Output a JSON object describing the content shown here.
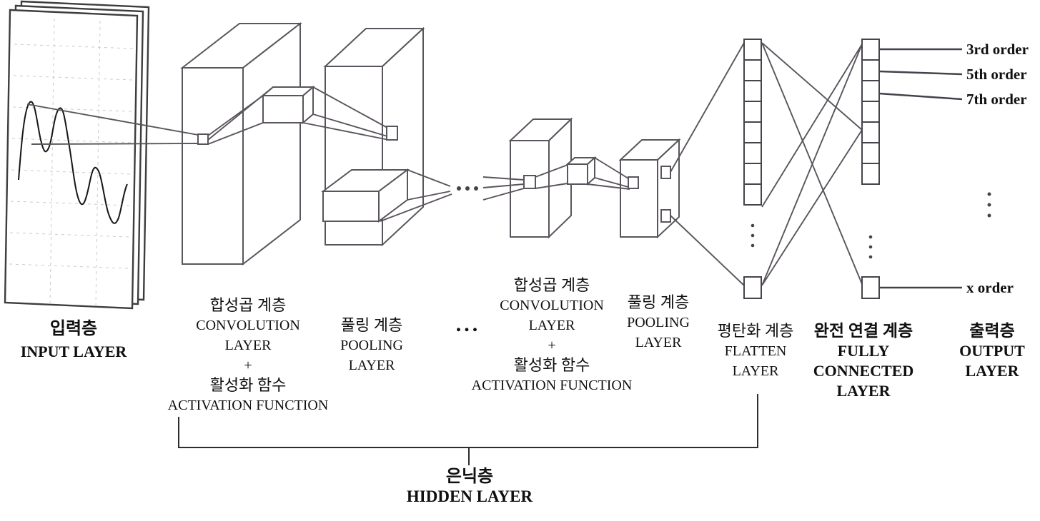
{
  "colors": {
    "line": "#5a555c",
    "text": "#101010"
  },
  "labels": {
    "input": {
      "ko": "입력층",
      "en": "INPUT LAYER"
    },
    "conv1": {
      "ko_conv": "합성곱 계층",
      "en_conv_1": "CONVOLUTION",
      "en_conv_2": "LAYER",
      "plus": "+",
      "ko_act": "활성화 함수",
      "en_act": "ACTIVATION FUNCTION"
    },
    "pool1": {
      "ko": "풀링 계층",
      "en_1": "POOLING",
      "en_2": "LAYER"
    },
    "ellipsis_row": "...",
    "conv2": {
      "ko_conv": "합성곱 계층",
      "en_conv_1": "CONVOLUTION",
      "en_conv_2": "LAYER",
      "plus": "+",
      "ko_act": "활성화 함수",
      "en_act": "ACTIVATION FUNCTION"
    },
    "pool2": {
      "ko": "풀링 계층",
      "en_1": "POOLING",
      "en_2": "LAYER"
    },
    "flatten": {
      "ko": "평탄화 계층",
      "en_1": "FLATTEN",
      "en_2": "LAYER"
    },
    "fc": {
      "ko": "완전 연결 계층",
      "en_1": "FULLY",
      "en_2": "CONNECTED",
      "en_3": "LAYER"
    },
    "output": {
      "ko": "출력층",
      "en_1": "OUTPUT",
      "en_2": "LAYER"
    },
    "hidden": {
      "ko": "은닉층",
      "en": "HIDDEN LAYER"
    }
  },
  "outputs": {
    "order_labels": [
      "3rd order",
      "5th order",
      "7th order"
    ],
    "last_order_label": "x order"
  },
  "structure": {
    "flatten_cells": 8,
    "output_cells": 7
  }
}
